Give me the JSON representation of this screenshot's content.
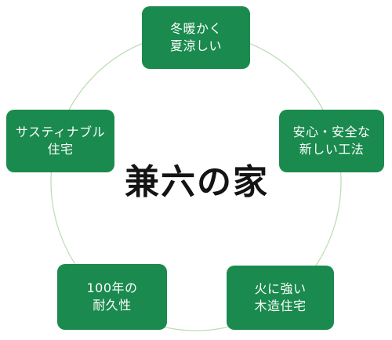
{
  "diagram": {
    "center_logo": "兼六の家",
    "nodes": [
      {
        "lines": [
          "冬暖かく",
          "夏涼しい"
        ]
      },
      {
        "lines": [
          "安心・安全な",
          "新しい工法"
        ]
      },
      {
        "lines": [
          "火に強い",
          "木造住宅"
        ]
      },
      {
        "lines": [
          "100年の",
          "耐久性"
        ]
      },
      {
        "lines": [
          "サスティナブル",
          "住宅"
        ]
      }
    ],
    "colors": {
      "node_fill": "#1a8a4e",
      "node_text": "#ffffff",
      "ring": "#b9dcb0",
      "logo": "#141414"
    }
  }
}
